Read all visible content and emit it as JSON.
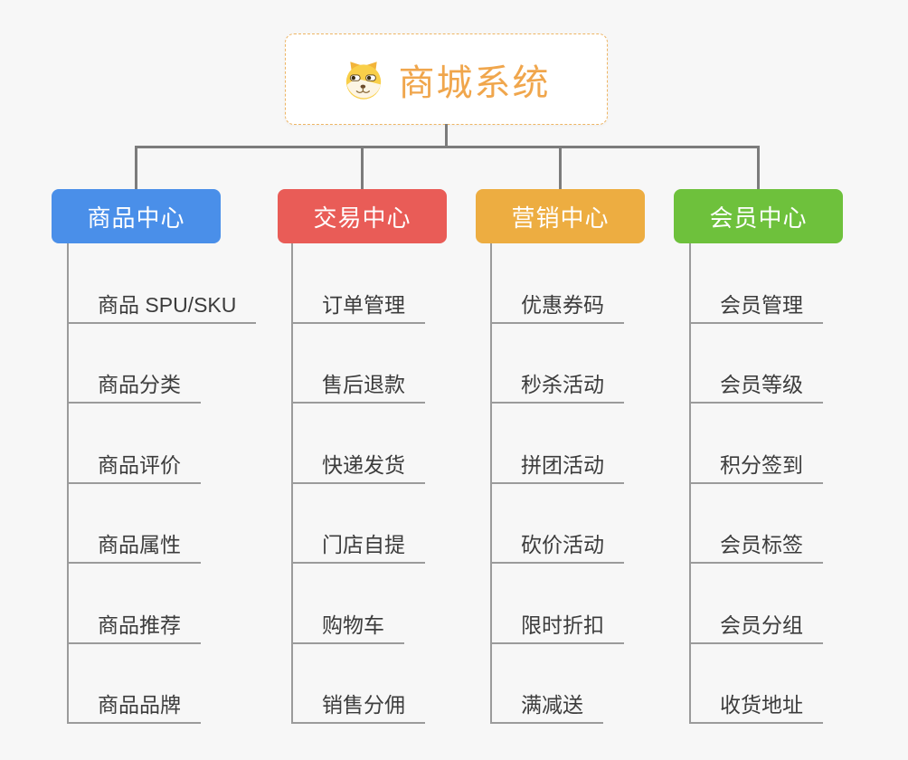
{
  "root": {
    "title": "商城系统",
    "icon": "dog-face-icon"
  },
  "branches": [
    {
      "label": "商品中心",
      "color": "#4a8fe9",
      "children": [
        "商品 SPU/SKU",
        "商品分类",
        "商品评价",
        "商品属性",
        "商品推荐",
        "商品品牌"
      ]
    },
    {
      "label": "交易中心",
      "color": "#e95c57",
      "children": [
        "订单管理",
        "售后退款",
        "快递发货",
        "门店自提",
        "购物车",
        "销售分佣"
      ]
    },
    {
      "label": "营销中心",
      "color": "#edad41",
      "children": [
        "优惠券码",
        "秒杀活动",
        "拼团活动",
        "砍价活动",
        "限时折扣",
        "满减送"
      ]
    },
    {
      "label": "会员中心",
      "color": "#6ec13c",
      "children": [
        "会员管理",
        "会员等级",
        "积分签到",
        "会员标签",
        "会员分组",
        "收货地址"
      ]
    }
  ],
  "palette": {
    "root_accent": "#f0a64c",
    "root_border": "#eeb564",
    "connector_line": "#7c7c7c",
    "child_line": "#9b9b9b",
    "child_text": "#3c3c3c",
    "background": "#f7f7f7"
  }
}
